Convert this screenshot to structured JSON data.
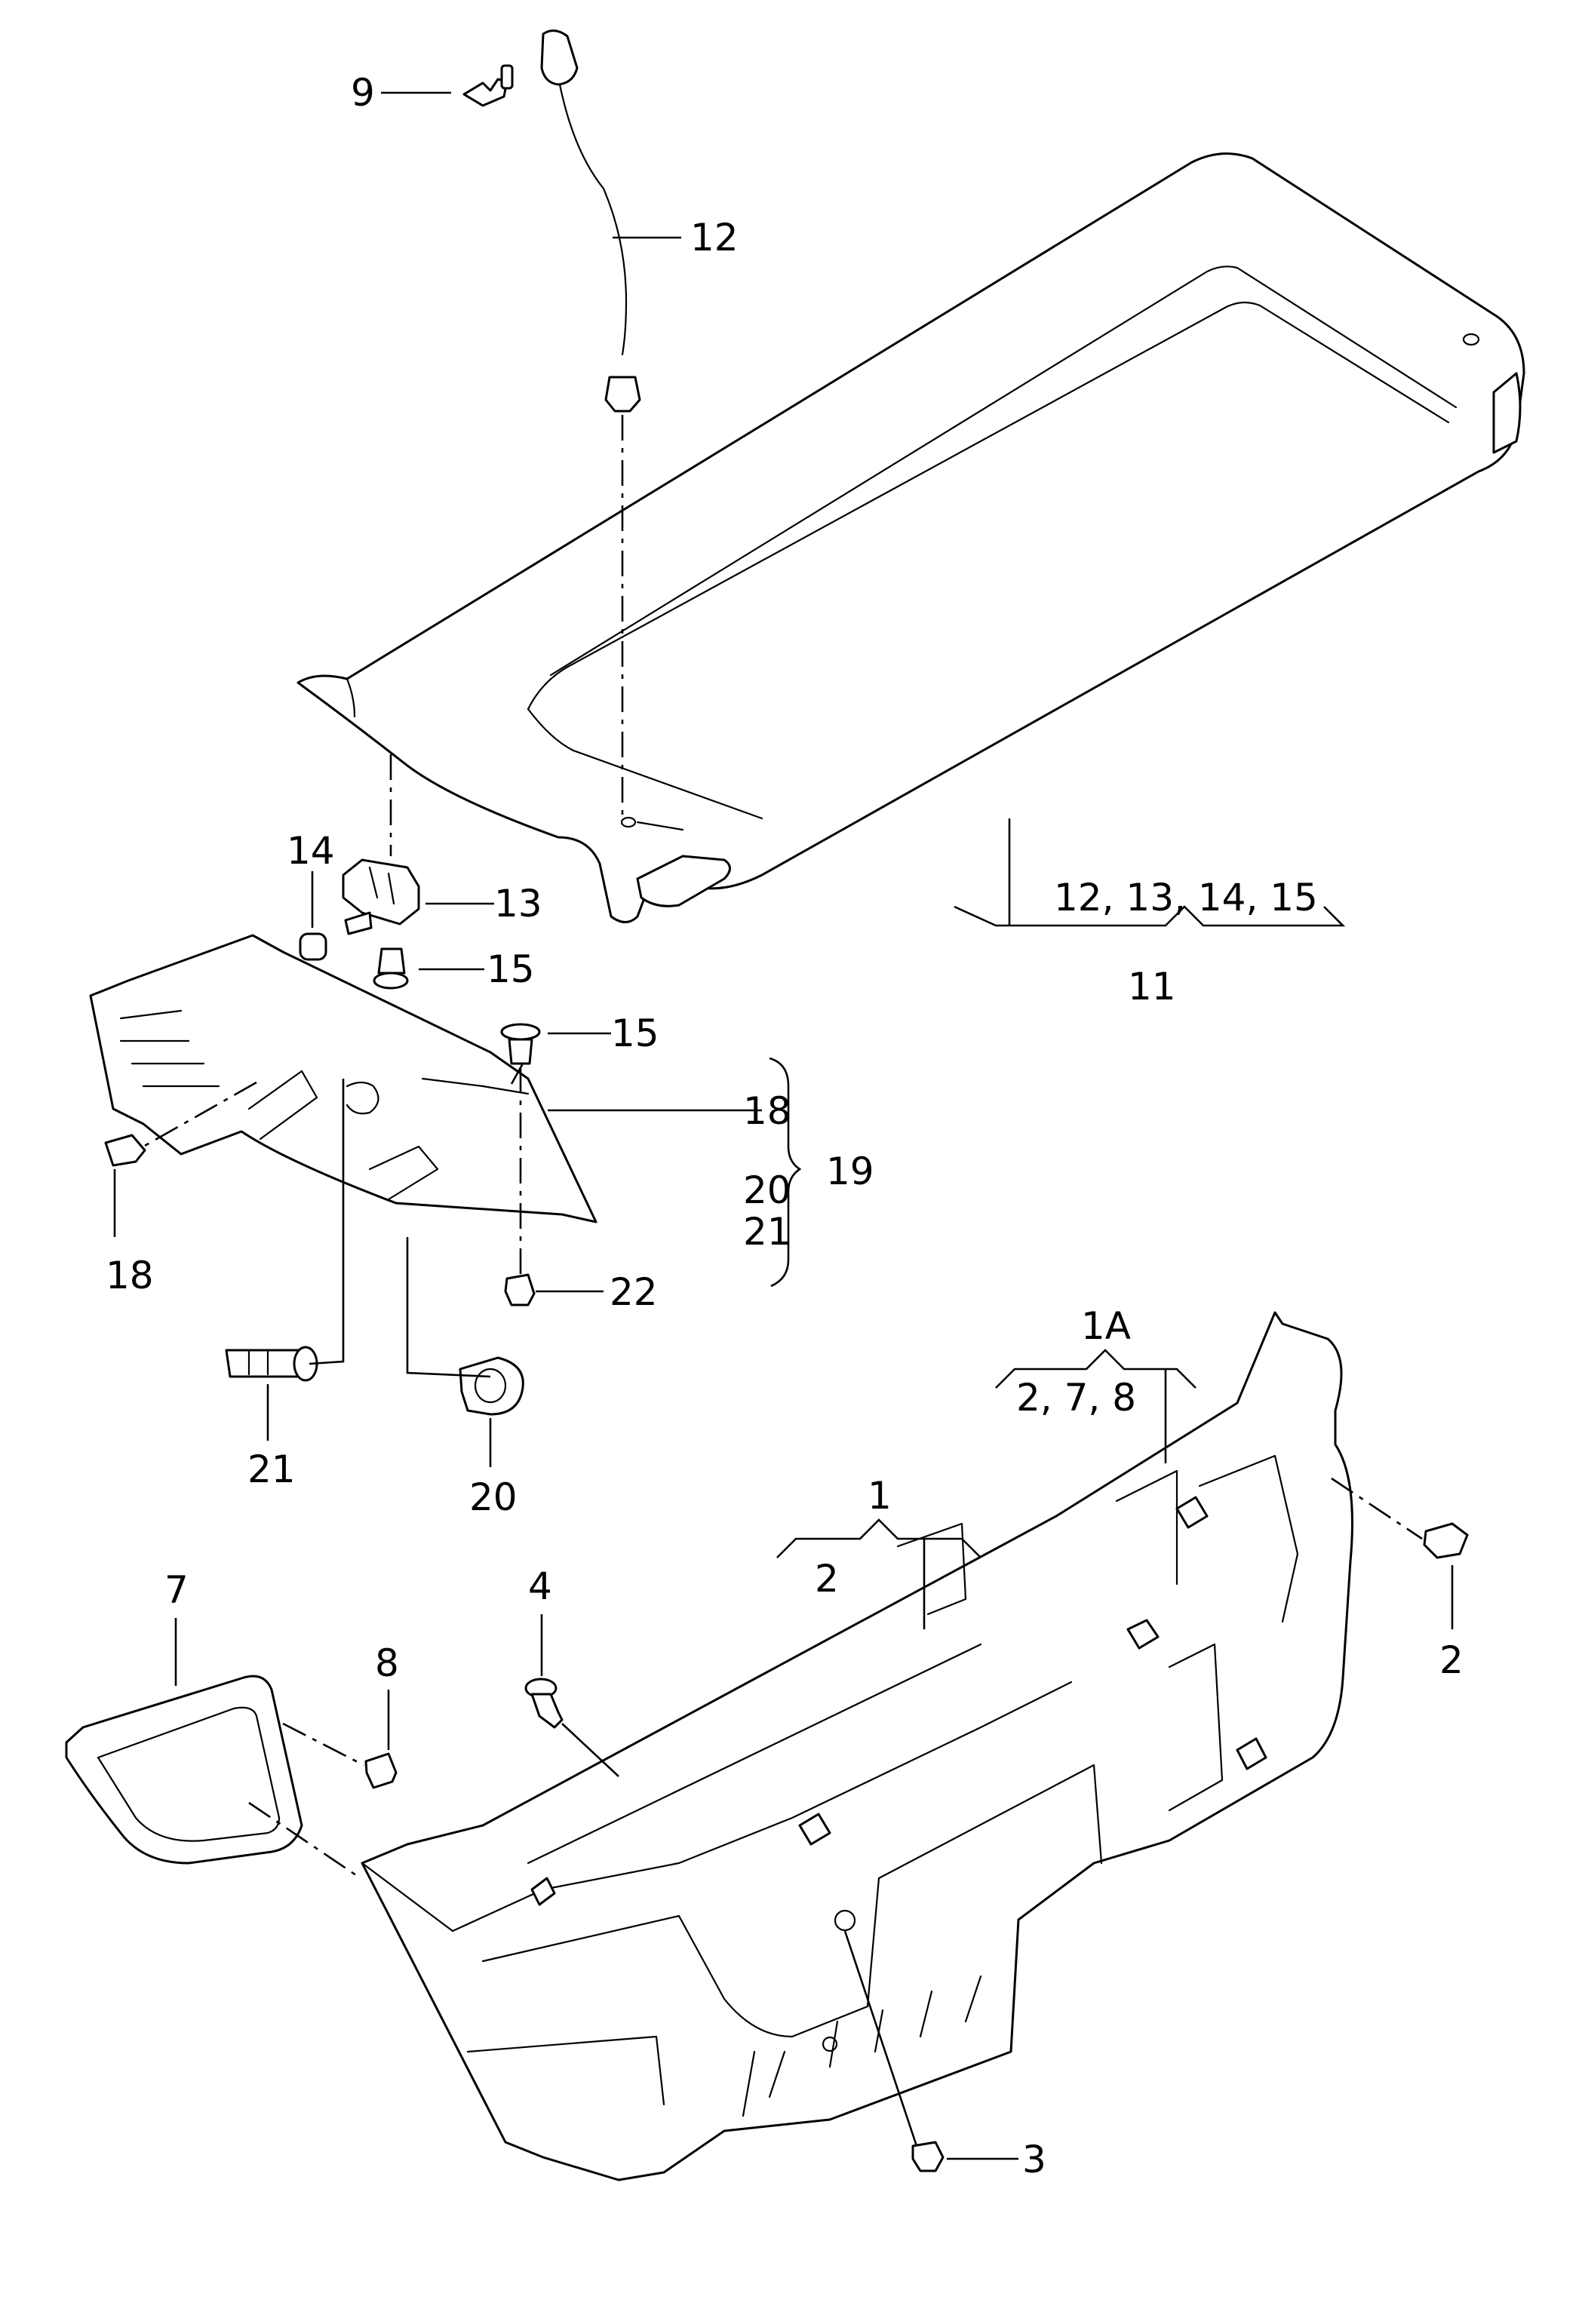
{
  "diagram": {
    "callouts": {
      "c9": "9",
      "c12": "12",
      "c11_group": "12, 13, 14, 15",
      "c11": "11",
      "c14": "14",
      "c13": "13",
      "c15a": "15",
      "c15b": "15",
      "c18": "18",
      "c18b": "18",
      "c20b": "20",
      "c21b": "21",
      "c19": "19",
      "c22": "22",
      "c21": "21",
      "c20": "20",
      "c1A": "1A",
      "c1A_group": "2, 7, 8",
      "c1": "1",
      "c1_group": "2",
      "c2": "2",
      "c4": "4",
      "c7": "7",
      "c8": "8",
      "c3": "3"
    }
  }
}
